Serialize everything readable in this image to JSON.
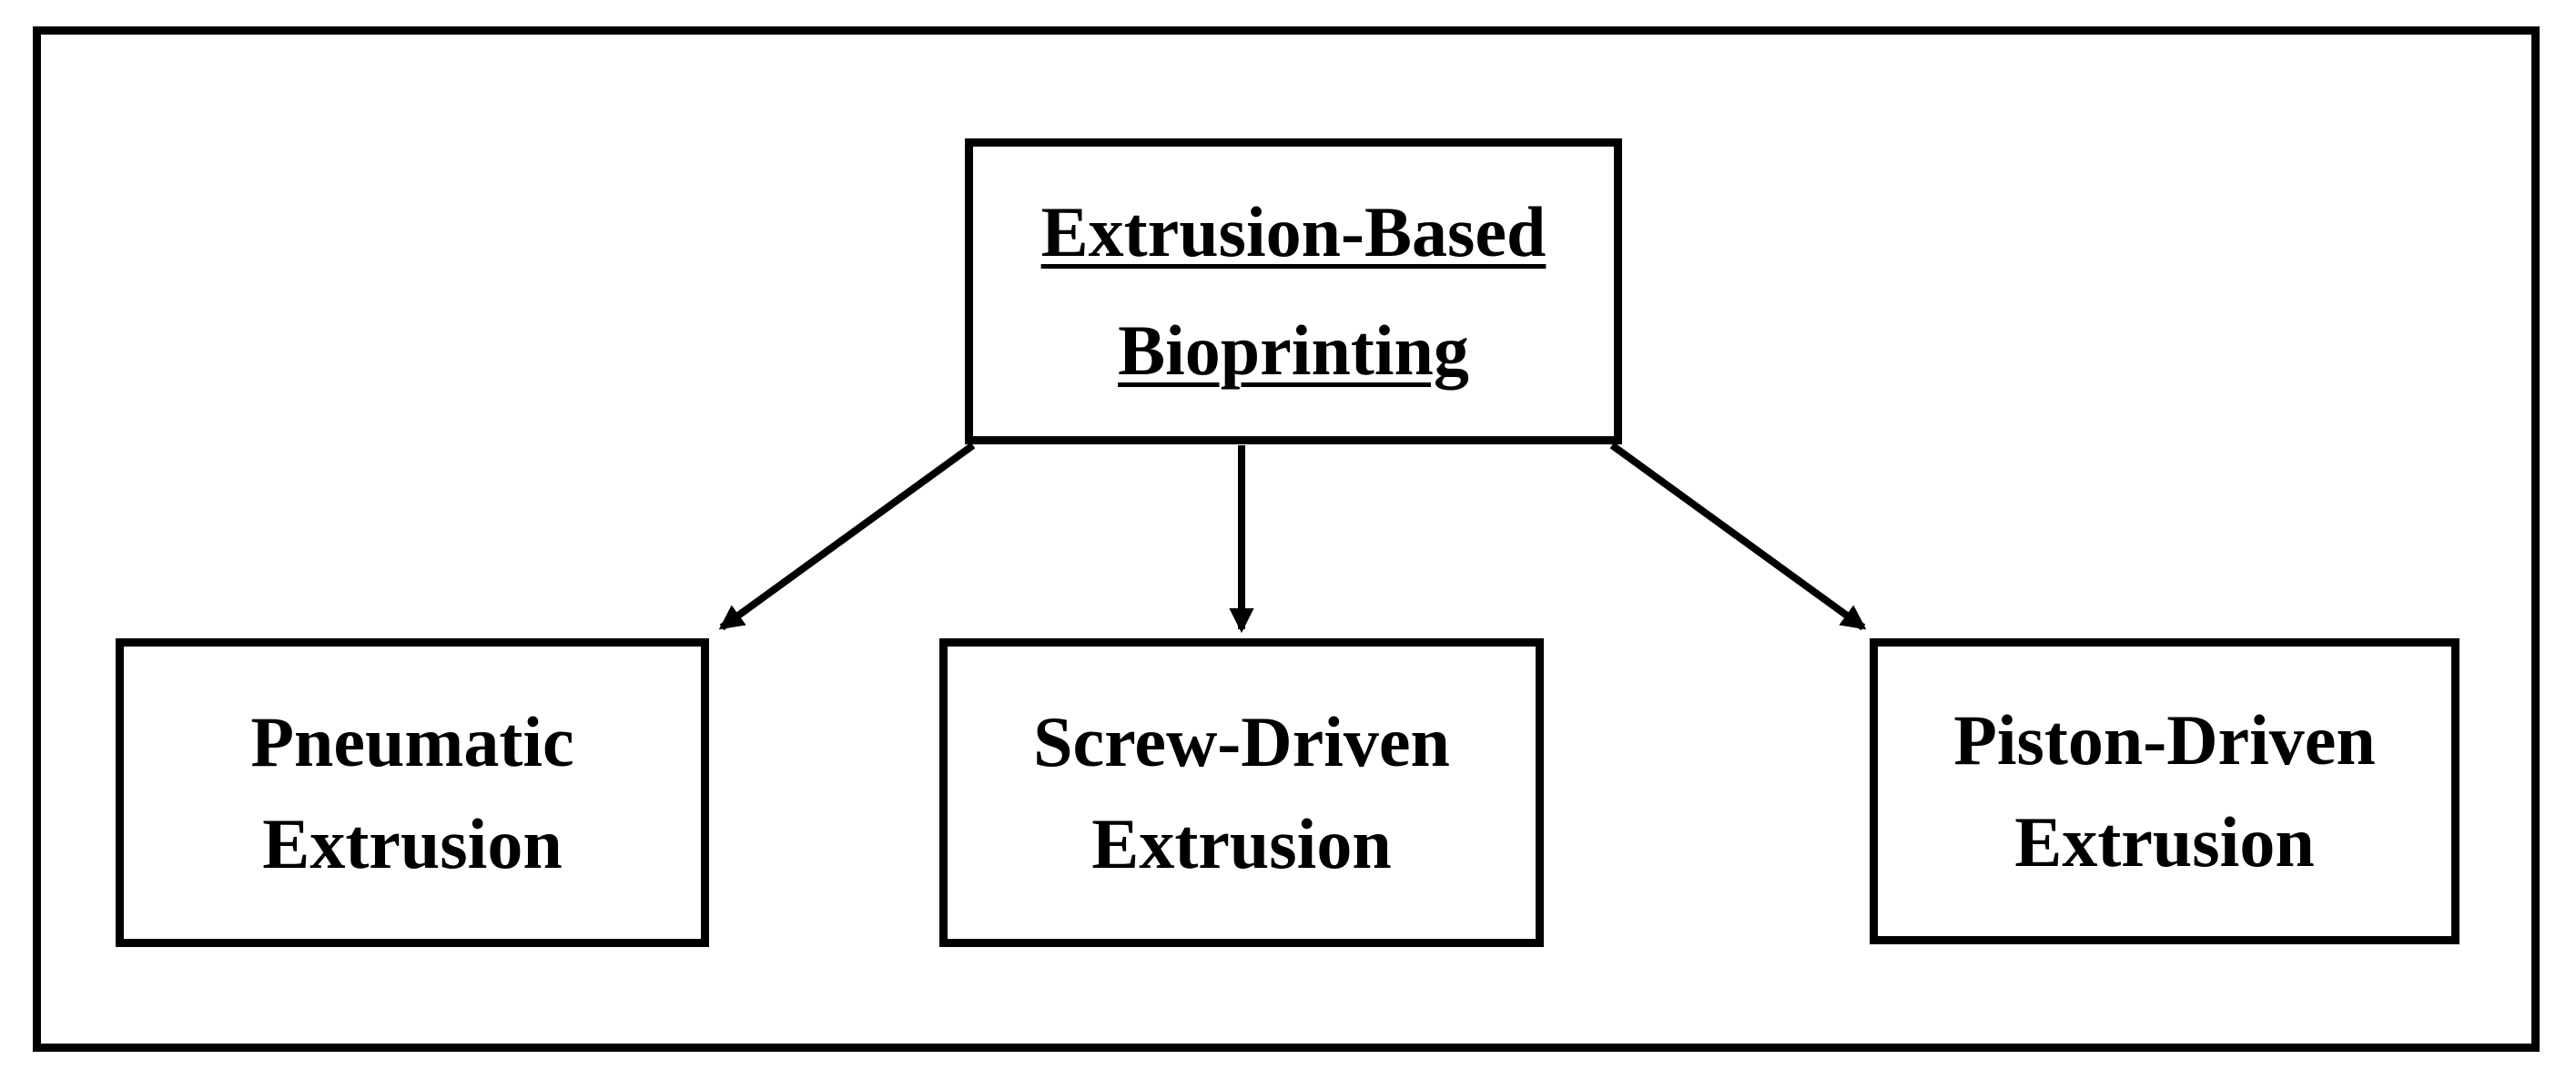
{
  "diagram": {
    "root": {
      "id": "extrusion-based-bioprinting",
      "line1": "Extrusion-Based",
      "line2": "Bioprinting"
    },
    "children": [
      {
        "id": "pneumatic-extrusion",
        "line1": "Pneumatic",
        "line2": "Extrusion"
      },
      {
        "id": "screw-driven-extrusion",
        "line1": "Screw-Driven",
        "line2": "Extrusion"
      },
      {
        "id": "piston-driven-extrusion",
        "line1": "Piston-Driven",
        "line2": "Extrusion"
      }
    ],
    "edges": [
      {
        "from": "extrusion-based-bioprinting",
        "to": "pneumatic-extrusion"
      },
      {
        "from": "extrusion-based-bioprinting",
        "to": "screw-driven-extrusion"
      },
      {
        "from": "extrusion-based-bioprinting",
        "to": "piston-driven-extrusion"
      }
    ],
    "colors": {
      "stroke": "#000000",
      "text": "#000000",
      "background": "#ffffff"
    }
  }
}
